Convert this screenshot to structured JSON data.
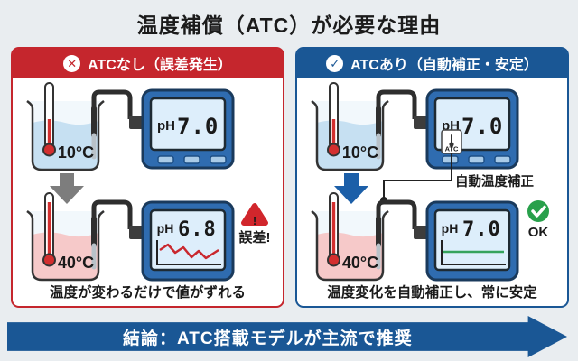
{
  "title": "温度補償（ATC）が必要な理由",
  "icons": {
    "x_glyph": "✕",
    "check_glyph": "✓",
    "warning_mark": "!"
  },
  "colors": {
    "background": "#e9edf0",
    "accent_red": "#c5262d",
    "accent_blue": "#1a5795",
    "ok_green": "#28a04b",
    "meter_body": "#2f6cb0",
    "meter_screen": "#ddeefb",
    "cold_water": "#c6e0f2",
    "hot_water": "#f6c9c9",
    "gray_arrow": "#7d7d7d",
    "blue_arrow": "#1c5fa8"
  },
  "left_panel": {
    "header": "ATCなし（誤差発生）",
    "cold": {
      "temp": "10°C",
      "ph_label": "pH",
      "ph_value": "7.0"
    },
    "hot": {
      "temp": "40°C",
      "ph_label": "pH",
      "ph_value": "6.8"
    },
    "error_label": "誤差!",
    "caption": "温度が変わるだけで値がずれる"
  },
  "right_panel": {
    "header": "ATCあり（自動補正・安定）",
    "cold": {
      "temp": "10°C",
      "ph_label": "pH",
      "ph_value": "7.0"
    },
    "hot": {
      "temp": "40°C",
      "ph_label": "pH",
      "ph_value": "7.0"
    },
    "atc_badge": "ATC",
    "callout": "自動温度補正",
    "ok_label": "OK",
    "caption": "温度変化を自動補正し、常に安定"
  },
  "banner": "結論：ATC搭載モデルが主流で推奨"
}
